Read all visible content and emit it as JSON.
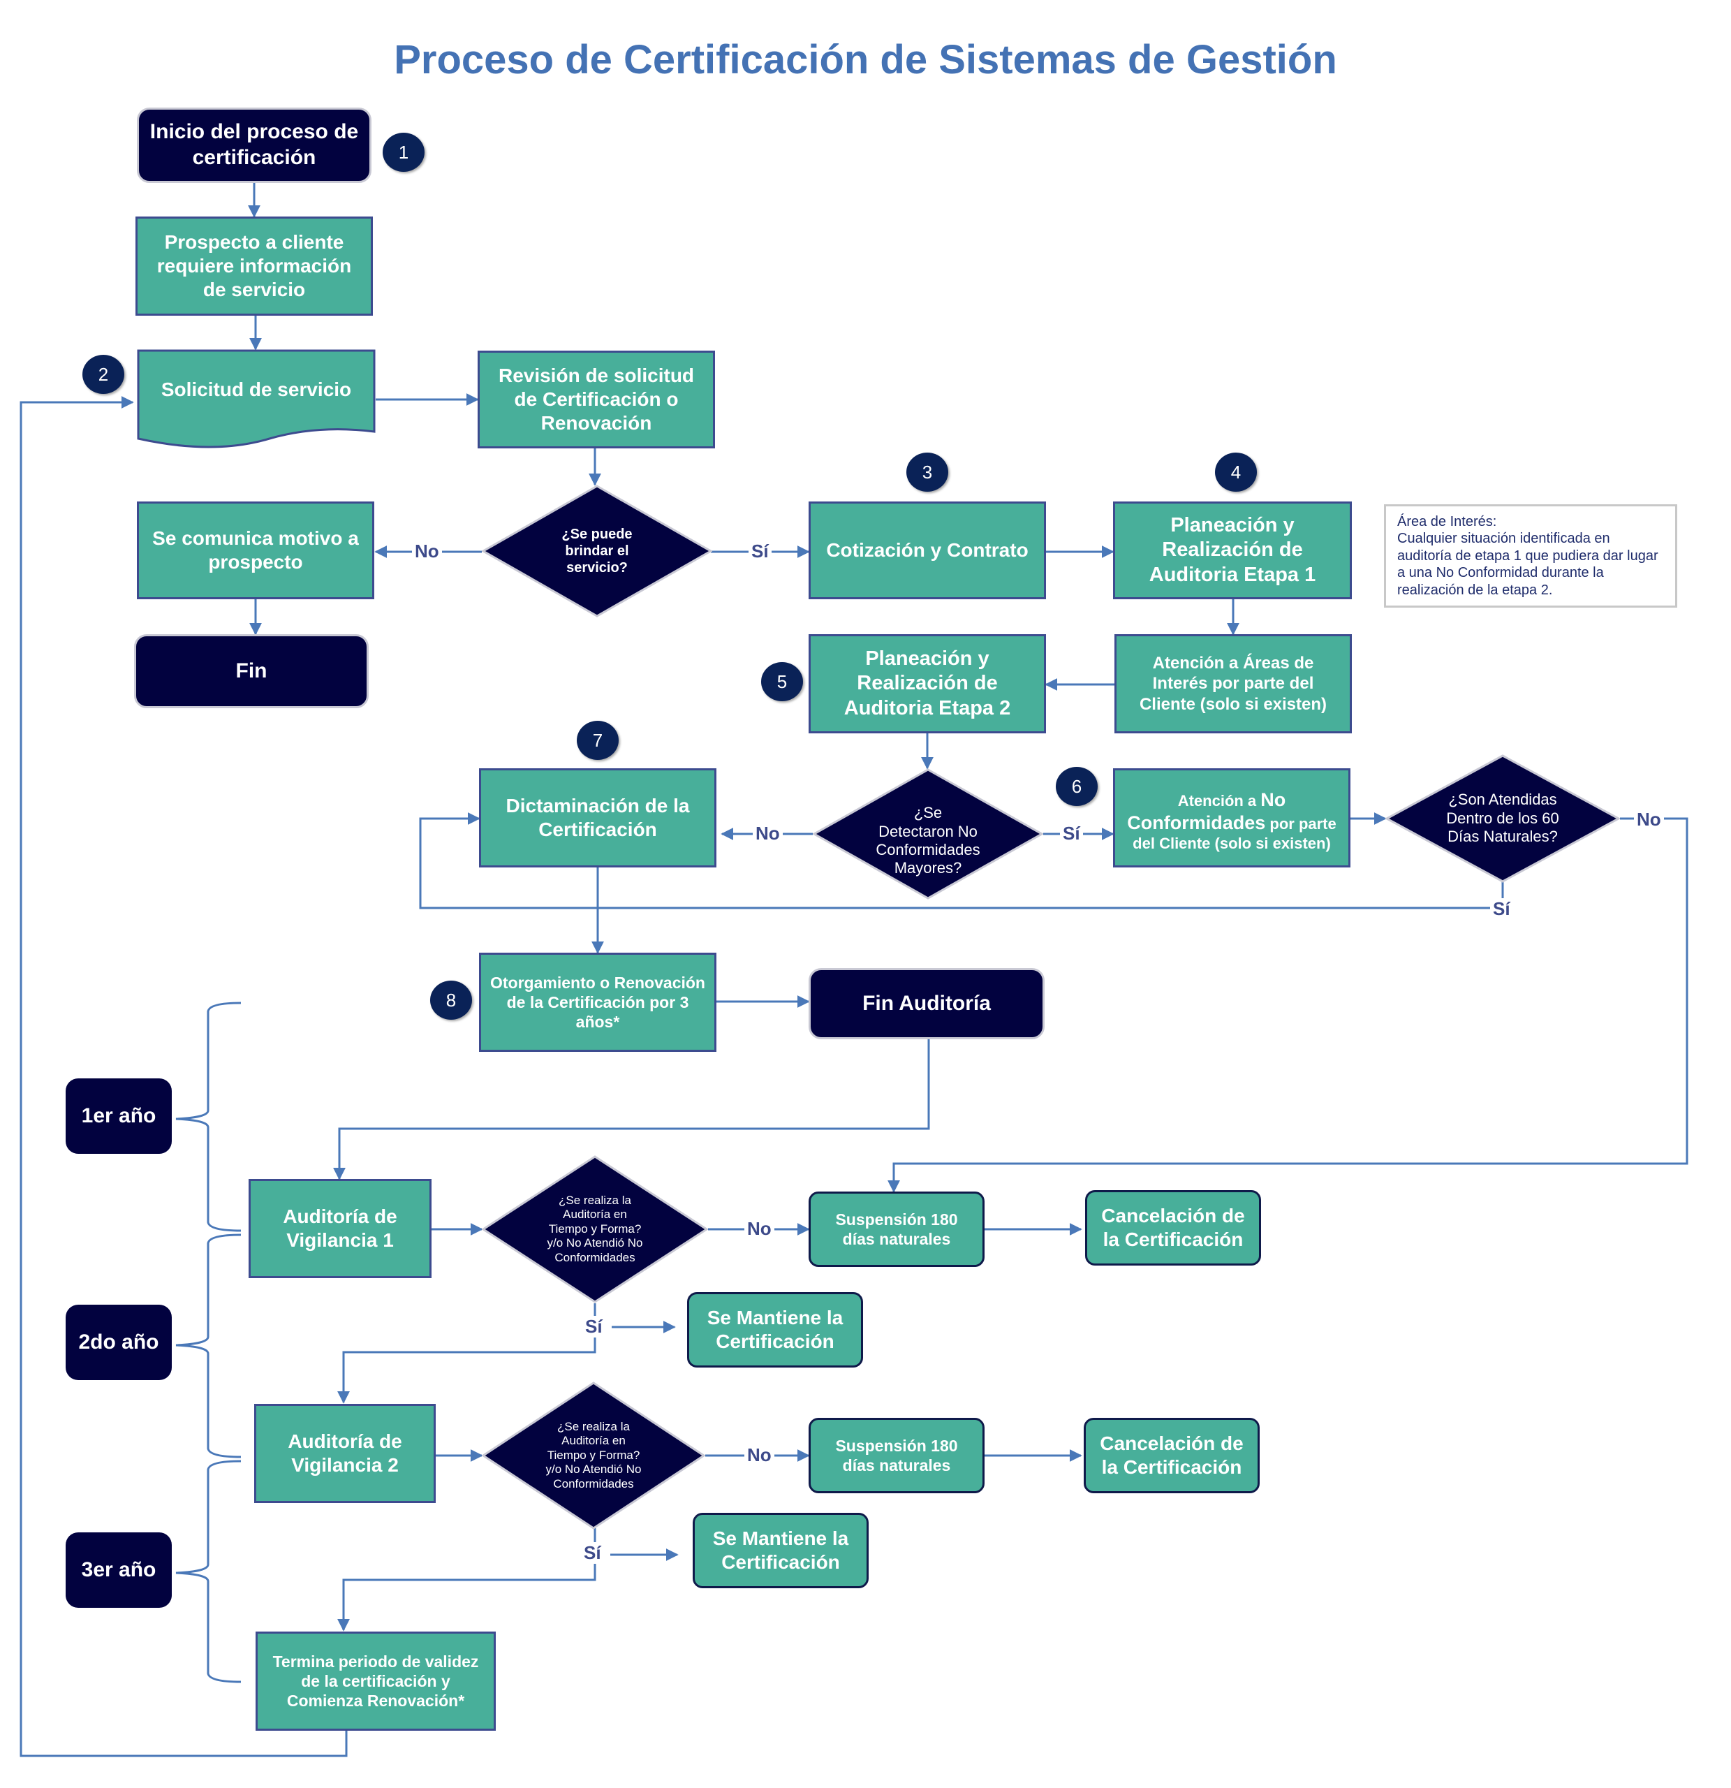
{
  "title": "Proceso de Certificación de Sistemas de Gestión",
  "colors": {
    "title": "#4472b4",
    "process_fill": "#48af9a",
    "process_border": "#3d4b8f",
    "terminal_fill": "#02023f",
    "decision_fill": "#02023f",
    "badge_fill": "#0a2257",
    "connector": "#4a78b8",
    "edge_label": "#3d4a8a"
  },
  "badges": [
    "1",
    "2",
    "3",
    "4",
    "5",
    "6",
    "7",
    "8"
  ],
  "nodes": {
    "inicio": "Inicio del proceso de certificación",
    "prospecto": "Prospecto a cliente requiere información de servicio",
    "solicitud": "Solicitud de servicio",
    "revision": "Revisión de solicitud de Certificación o Renovación",
    "puede_brindar": "¿Se puede brindar el servicio?",
    "comunica_motivo": "Se comunica motivo a prospecto",
    "fin": "Fin",
    "cotizacion": "Cotización y Contrato",
    "etapa1": "Planeación y Realización de Auditoria Etapa 1",
    "atencion_areas": "Atención a Áreas de Interés por parte del Cliente (solo si existen)",
    "etapa2": "Planeación y Realización de Auditoria Etapa 2",
    "detectaron_nc": "¿Se Detectaron No Conformidades Mayores?",
    "dictaminacion": "Dictaminación de la Certificación",
    "atencion_nc_a": "Atención a ",
    "atencion_nc_b": "No Conformidades",
    "atencion_nc_c": " por parte del Cliente (solo si existen)",
    "atendidas_60": "¿Son Atendidas Dentro de los 60 Días Naturales?",
    "otorgamiento": "Otorgamiento o Renovación de la Certificación por 3 años*",
    "fin_auditoria": "Fin Auditoría",
    "vigilancia1": "Auditoría de Vigilancia 1",
    "tiempo_forma_1": "¿Se realiza la Auditoría en Tiempo y Forma? y/o No Atendió No Conformidades",
    "suspension1": "Suspensión 180 días naturales",
    "cancelacion1": "Cancelación de la Certificación",
    "mantiene1": "Se Mantiene la Certificación",
    "vigilancia2": "Auditoría de Vigilancia 2",
    "tiempo_forma_2": "¿Se realiza la Auditoría en Tiempo y Forma? y/o No Atendió No Conformidades",
    "suspension2": "Suspensión 180 días naturales",
    "cancelacion2": "Cancelación de la Certificación",
    "mantiene2": "Se Mantiene la Certificación",
    "termina_periodo": "Termina periodo de validez de la certificación y Comienza Renovación*"
  },
  "years": [
    "1er año",
    "2do año",
    "3er año"
  ],
  "edge_labels": {
    "yes": "Sí",
    "no": "No"
  },
  "note": {
    "heading": "Área de Interés:",
    "body": "Cualquier situación identificada en auditoría de etapa 1 que pudiera dar lugar a una No Conformidad durante la realización de la etapa 2."
  }
}
